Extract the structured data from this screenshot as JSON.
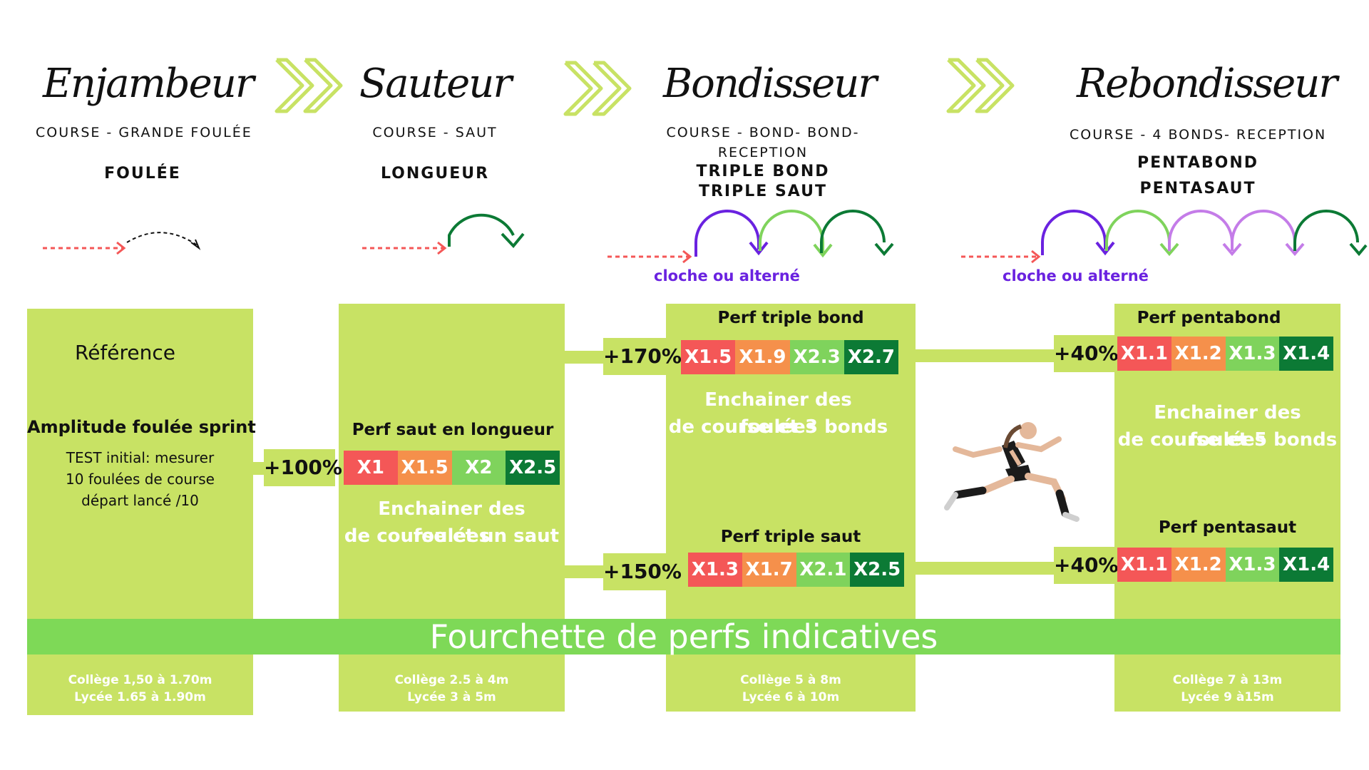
{
  "stages": [
    {
      "title": "Enjambeur",
      "subtitle": [
        "COURSE - GRANDE FOULÉE"
      ],
      "events": [
        "FOULÉE"
      ]
    },
    {
      "title": "Sauteur",
      "subtitle": [
        "COURSE - SAUT"
      ],
      "events": [
        "LONGUEUR"
      ]
    },
    {
      "title": "Bondisseur",
      "subtitle": [
        "COURSE - BOND- BOND-",
        "RECEPTION"
      ],
      "events": [
        "TRIPLE BOND",
        "TRIPLE SAUT"
      ]
    },
    {
      "title": "Rebondisseur",
      "subtitle": [
        "COURSE - 4 BONDS- RECEPTION"
      ],
      "events": [
        "PENTABOND",
        "PENTASAUT"
      ]
    }
  ],
  "cloche_label": "cloche ou alterné",
  "reference": {
    "title": "Référence",
    "amplitude": "Amplitude foulée sprint",
    "test": [
      "TEST initial: mesurer",
      "10 foulées de course",
      "départ lancé /10"
    ]
  },
  "sauteur": {
    "pct": "+100%",
    "label": "Perf saut en longueur",
    "multipliers": [
      "X1",
      "X1.5",
      "X2",
      "X2.5"
    ],
    "desc": [
      "Enchainer des foulées",
      "de course et un saut"
    ]
  },
  "bondisseur": {
    "top": {
      "pct": "+170%",
      "label": "Perf triple bond",
      "multipliers": [
        "X1.5",
        "X1.9",
        "X2.3",
        "X2.7"
      ]
    },
    "desc": [
      "Enchainer des foulées",
      "de course et 3 bonds"
    ],
    "bottom": {
      "pct": "+150%",
      "label": "Perf triple  saut",
      "multipliers": [
        "X1.3",
        "X1.7",
        "X2.1",
        "X2.5"
      ]
    }
  },
  "rebondisseur": {
    "top": {
      "pct": "+40%",
      "label": "Perf pentabond",
      "multipliers": [
        "X1.1",
        "X1.2",
        "X1.3",
        "X1.4"
      ]
    },
    "desc": [
      "Enchainer des foulées",
      "de course et 5 bonds"
    ],
    "bottom": {
      "pct": "+40%",
      "label": "Perf pentasaut",
      "multipliers": [
        "X1.1",
        "X1.2",
        "X1.3",
        "X1.4"
      ]
    }
  },
  "band_title": "Fourchette de perfs indicatives",
  "ranges": [
    [
      "Collège 1,50 à 1.70m",
      "Lycée 1.65 à 1.90m"
    ],
    [
      "Collège 2.5 à 4m",
      "Lycée 3 à 5m"
    ],
    [
      "Collège 5 à 8m",
      "Lycée 6 à 10m"
    ],
    [
      "Collège 7 à 13m",
      "Lycée 9 à15m"
    ]
  ],
  "colors": {
    "panel": "#c8e264",
    "band": "#7ed957",
    "red": "#f45757",
    "orange": "#f5904b",
    "light_green": "#7fd35c",
    "dark_green": "#0c7a35",
    "purple": "#6a22e0",
    "dotted": "#f45757",
    "chevron": "#c8e264"
  },
  "icons": [
    "double-chevron-icon",
    "dotted-arrow-icon",
    "jump-arc-icon",
    "runner-image"
  ]
}
